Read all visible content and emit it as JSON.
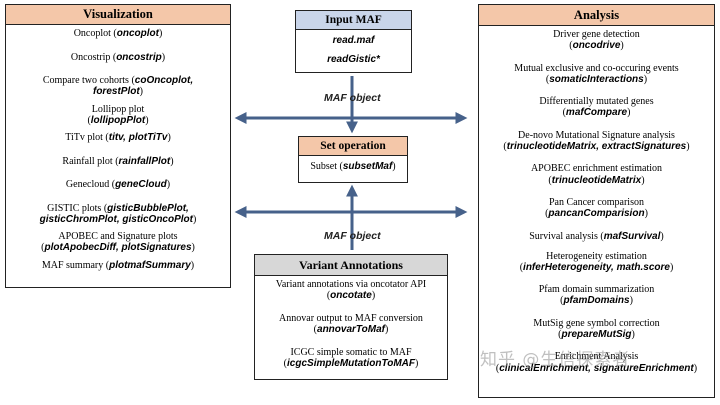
{
  "visualization": {
    "title": "Visualization",
    "items": [
      {
        "text": "Oncoplot (",
        "fn": "oncoplot",
        "end": ")"
      },
      {
        "text": "Oncostrip (",
        "fn": "oncostrip",
        "end": ")"
      },
      {
        "text": "Compare two cohorts (",
        "fn": "coOncoplot,",
        "fn2": "forestPlot",
        "end": ")"
      },
      {
        "text": "Lollipop plot",
        "fn": "lollipopPlot",
        "end": ")"
      },
      {
        "text": "TiTv plot (",
        "fn": "titv, plotTiTv",
        "end": ")"
      },
      {
        "text": "Rainfall plot (",
        "fn": "rainfallPlot",
        "end": ")"
      },
      {
        "text": "Genecloud (",
        "fn": "geneCloud",
        "end": ")"
      },
      {
        "text": "GISTIC plots (",
        "fn": "gisticBubblePlot,",
        "fn2": "gisticChromPlot, gisticOncoPlot",
        "end": ")"
      },
      {
        "text": "APOBEC and Signature plots",
        "fn": "plotApobecDiff, plotSignatures",
        "end": ")"
      },
      {
        "text": "MAF summary (",
        "fn": "plotmafSummary",
        "end": ")"
      }
    ]
  },
  "input_maf": {
    "title": "Input MAF",
    "items": [
      "read.maf",
      "readGistic*"
    ]
  },
  "maf_object_label_1": "MAF object",
  "maf_object_label_2": "MAF object",
  "set_operation": {
    "title": "Set operation",
    "text": "Subset (",
    "fn": "subsetMaf",
    "end": ")"
  },
  "variant_annotations": {
    "title": "Variant Annotations",
    "items": [
      {
        "text": "Variant annotations via oncotator API",
        "fn": "oncotate",
        "end": ")"
      },
      {
        "text": "Annovar output to MAF conversion",
        "fn": "annovarToMaf",
        "end": ")"
      },
      {
        "text": "ICGC simple somatic to MAF",
        "fn": "icgcSimpleMutationToMAF",
        "end": ")"
      }
    ]
  },
  "analysis": {
    "title": "Analysis",
    "items": [
      {
        "text": "Driver gene detection",
        "fn": "oncodrive",
        "end": ")"
      },
      {
        "text": "Mutual exclusive and co-occuring events",
        "fn": "somaticInteractions",
        "end": ")"
      },
      {
        "text": "Differentially mutated genes",
        "fn": "mafCompare",
        "end": ")"
      },
      {
        "text": "De-novo Mutational Signature analysis",
        "fn": "trinucleotideMatrix, extractSignatures",
        "end": ")"
      },
      {
        "text": "APOBEC enrichment estimation",
        "fn": "trinucleotideMatrix",
        "end": ")"
      },
      {
        "text": "Pan Cancer comparison",
        "fn": "pancanComparision",
        "end": ")"
      },
      {
        "text": "Survival analysis (",
        "fn": "mafSurvival",
        "end": ")"
      },
      {
        "text": "Heterogeneity estimation",
        "fn": "inferHeterogeneity, math.score",
        "end": ")"
      },
      {
        "text": "Pfam domain summarization",
        "fn": "pfamDomains",
        "end": ")"
      },
      {
        "text": "MutSig gene symbol correction",
        "fn": "prepareMutSig",
        "end": ")"
      },
      {
        "text": "Enrichment Analysis",
        "fn": "clinicalEnrichment, signatureEnrichment",
        "end": ")"
      }
    ]
  },
  "watermark": "知乎 @生信探索者",
  "colors": {
    "orange_header": "#f4c7a9",
    "blue_header": "#c9d5ea",
    "gray_header": "#d7d7d7",
    "arrow": "#46618a"
  }
}
